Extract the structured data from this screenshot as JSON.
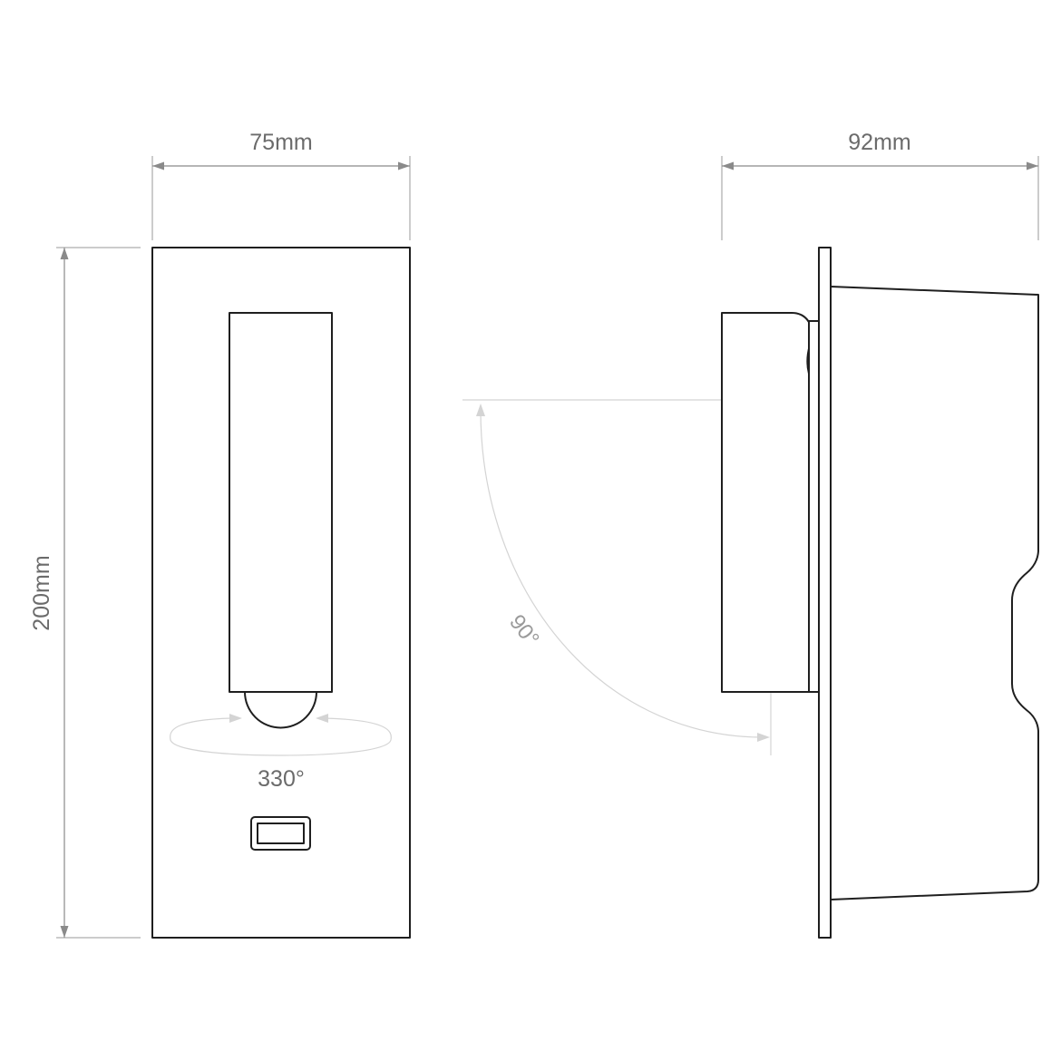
{
  "dimensions": {
    "width_front": "75mm",
    "depth_side": "92mm",
    "height": "200mm"
  },
  "rotation": {
    "horizontal": "330°",
    "vertical": "90°"
  }
}
